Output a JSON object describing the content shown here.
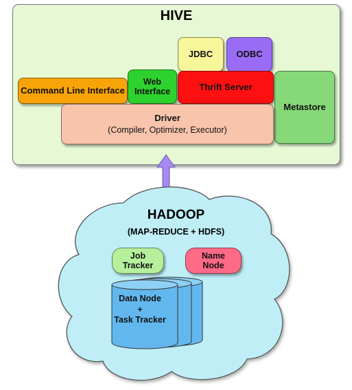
{
  "hive": {
    "title": "HIVE",
    "components": {
      "jdbc": "JDBC",
      "odbc": "ODBC",
      "cli": "Command Line Interface",
      "web_line1": "Web",
      "web_line2": "Interface",
      "thrift": "Thrift Server",
      "metastore": "Metastore",
      "driver": "Driver",
      "driver_sub": "(Compiler, Optimizer, Executor)"
    }
  },
  "hadoop": {
    "title": "HADOOP",
    "subtitle": "(MAP-REDUCE + HDFS)",
    "job_tracker_line1": "Job",
    "job_tracker_line2": "Tracker",
    "name_node_line1": "Name",
    "name_node_line2": "Node",
    "data_node_line1": "Data Node",
    "data_node_line2": "+",
    "data_node_line3": "Task Tracker"
  },
  "colors": {
    "hive_bg": "#e6f8d4",
    "jdbc": "#f8f69a",
    "odbc": "#9a6cf6",
    "cli": "#f8a408",
    "web": "#2ed22e",
    "thrift": "#ff1010",
    "metastore": "#86d878",
    "driver": "#f8c4ac",
    "arrow": "#a78af0",
    "cloud": "#bfeef7",
    "job_tracker": "#b6f09c",
    "name_node": "#ff6a86",
    "data_node": "#62b8ee"
  }
}
